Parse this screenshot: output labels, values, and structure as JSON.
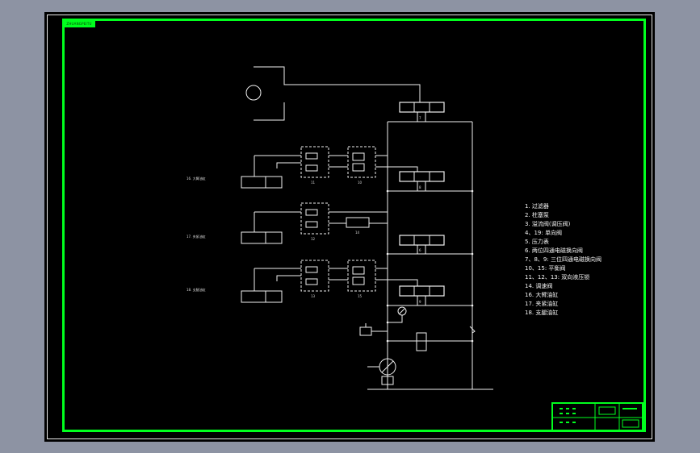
{
  "drawing": {
    "tag_text": "ZHUANGPEITU",
    "background": "#000000",
    "frame_color": "#00ff1e",
    "line_color": "#f0f0f0"
  },
  "legend": [
    "1. 过滤器",
    "2. 柱塞泵",
    "3. 溢流阀(调压阀)",
    "4、19: 单向阀",
    "5. 压力表",
    "6. 两位四通电磁换向阀",
    "7、8、9: 三位四通电磁换向阀",
    "10、15: 平衡阀",
    "11、12、13: 双向液压锁",
    "14. 调速阀",
    "16. 大臂油缸",
    "17. 夹紧油缸",
    "18. 支腿油缸"
  ],
  "actuators": {
    "a1": "16. 大臂油缸",
    "a2": "17. 夹紧油缸",
    "a3": "18. 支腿油缸"
  },
  "component_numbers": {
    "v1": "7",
    "v2": "8",
    "v3": "6",
    "v4": "9",
    "lock1": "11",
    "bal1": "10",
    "lock2": "12",
    "fc": "14",
    "lock3": "13",
    "bal2": "15"
  }
}
